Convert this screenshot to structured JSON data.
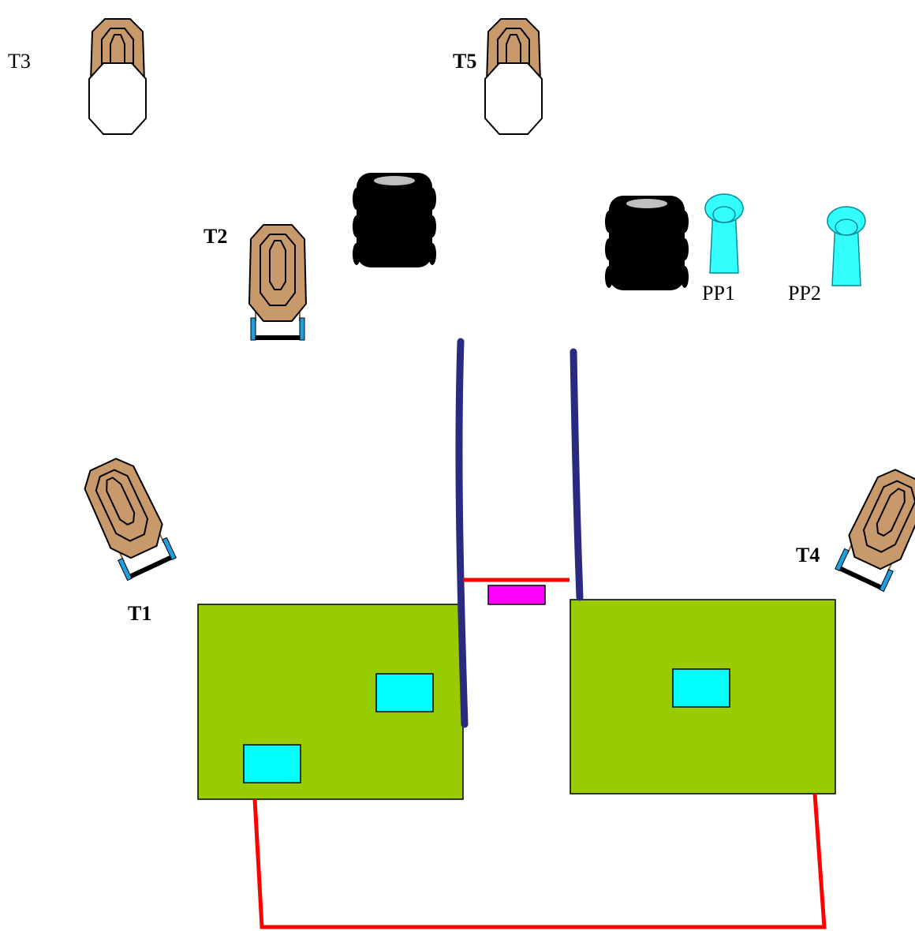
{
  "labels": {
    "t1": "T1",
    "t2": "T2",
    "t3": "T3",
    "t4": "T4",
    "t5": "T5",
    "pp1": "PP1",
    "pp2": "PP2"
  },
  "colors": {
    "target_fill": "#c8996b",
    "target_stand": "#1ea0e0",
    "barrel": "#000000",
    "barrel_top": "#c0c0c0",
    "popper": "#33ffff",
    "shooting_box": "#99cc00",
    "box_window": "#00ffff",
    "fault_line": "#ff0000",
    "wall": "#2a2a80",
    "start_marker": "#ff00ff"
  },
  "icons": {
    "target": "paper-target-icon",
    "no_shoot": "no-shoot-target-icon",
    "barrel": "barrel-icon",
    "popper": "popper-icon"
  }
}
